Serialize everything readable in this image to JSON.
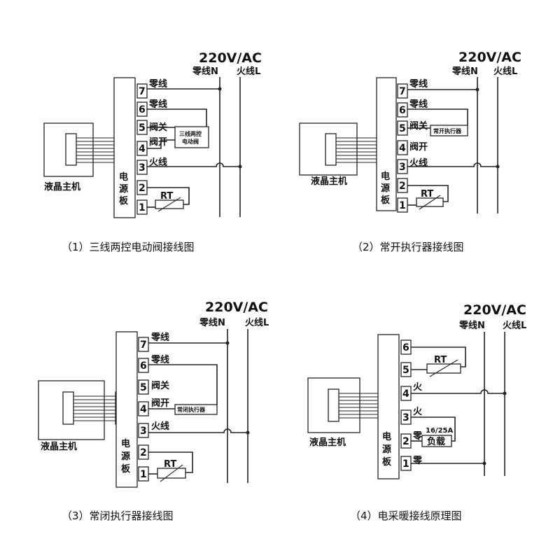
{
  "diagrams": [
    {
      "supply": "220V/AC",
      "neutral_label": "零线N",
      "live_label": "火线L",
      "lcd_label": "液晶主机",
      "board_label": [
        "电",
        "源",
        "板"
      ],
      "terminals": [
        {
          "num": "7",
          "label": "零线"
        },
        {
          "num": "6",
          "label": "零线"
        },
        {
          "num": "5",
          "label": "阀关"
        },
        {
          "num": "4",
          "label": "阀开"
        },
        {
          "num": "3",
          "label": "火线"
        },
        {
          "num": "2",
          "label": ""
        },
        {
          "num": "1",
          "label": ""
        }
      ],
      "device_lines": [
        "三线两控",
        "电动阀"
      ],
      "rt_label": "RT",
      "caption": "（1）三线两控电动阀接线图"
    },
    {
      "supply": "220V/AC",
      "neutral_label": "零线N",
      "live_label": "火线L",
      "lcd_label": "液晶主机",
      "board_label": [
        "电",
        "源",
        "板"
      ],
      "terminals": [
        {
          "num": "7",
          "label": "零线"
        },
        {
          "num": "6",
          "label": "零线"
        },
        {
          "num": "5",
          "label": "阀关"
        },
        {
          "num": "4",
          "label": "阀开"
        },
        {
          "num": "3",
          "label": "火线"
        },
        {
          "num": "2",
          "label": ""
        },
        {
          "num": "1",
          "label": ""
        }
      ],
      "device_lines": [
        "常开执行器"
      ],
      "rt_label": "RT",
      "caption": "（2）常开执行器接线图"
    },
    {
      "supply": "220V/AC",
      "neutral_label": "零线N",
      "live_label": "火线L",
      "lcd_label": "液晶主机",
      "board_label": [
        "电",
        "源",
        "板"
      ],
      "terminals": [
        {
          "num": "7",
          "label": "零线"
        },
        {
          "num": "6",
          "label": "零线"
        },
        {
          "num": "5",
          "label": "阀关"
        },
        {
          "num": "4",
          "label": "阀开"
        },
        {
          "num": "3",
          "label": "火线"
        },
        {
          "num": "2",
          "label": ""
        },
        {
          "num": "1",
          "label": ""
        }
      ],
      "device_lines": [
        "常闭执行器"
      ],
      "rt_label": "RT",
      "caption": "（3）常闭执行器接线图"
    },
    {
      "supply": "220V/AC",
      "neutral_label": "零线N",
      "live_label": "火线L",
      "lcd_label": "液晶主机",
      "board_label": [
        "电",
        "源",
        "板"
      ],
      "terminals": [
        {
          "num": "6",
          "label": ""
        },
        {
          "num": "5",
          "label": ""
        },
        {
          "num": "4",
          "label": "火"
        },
        {
          "num": "3",
          "label": "火"
        },
        {
          "num": "2",
          "label": "零"
        },
        {
          "num": "1",
          "label": "零"
        }
      ],
      "rt_label": "RT",
      "load_rating": "16/25A",
      "load_label": "负载",
      "caption": "（4）电采暖接线原理图"
    }
  ]
}
